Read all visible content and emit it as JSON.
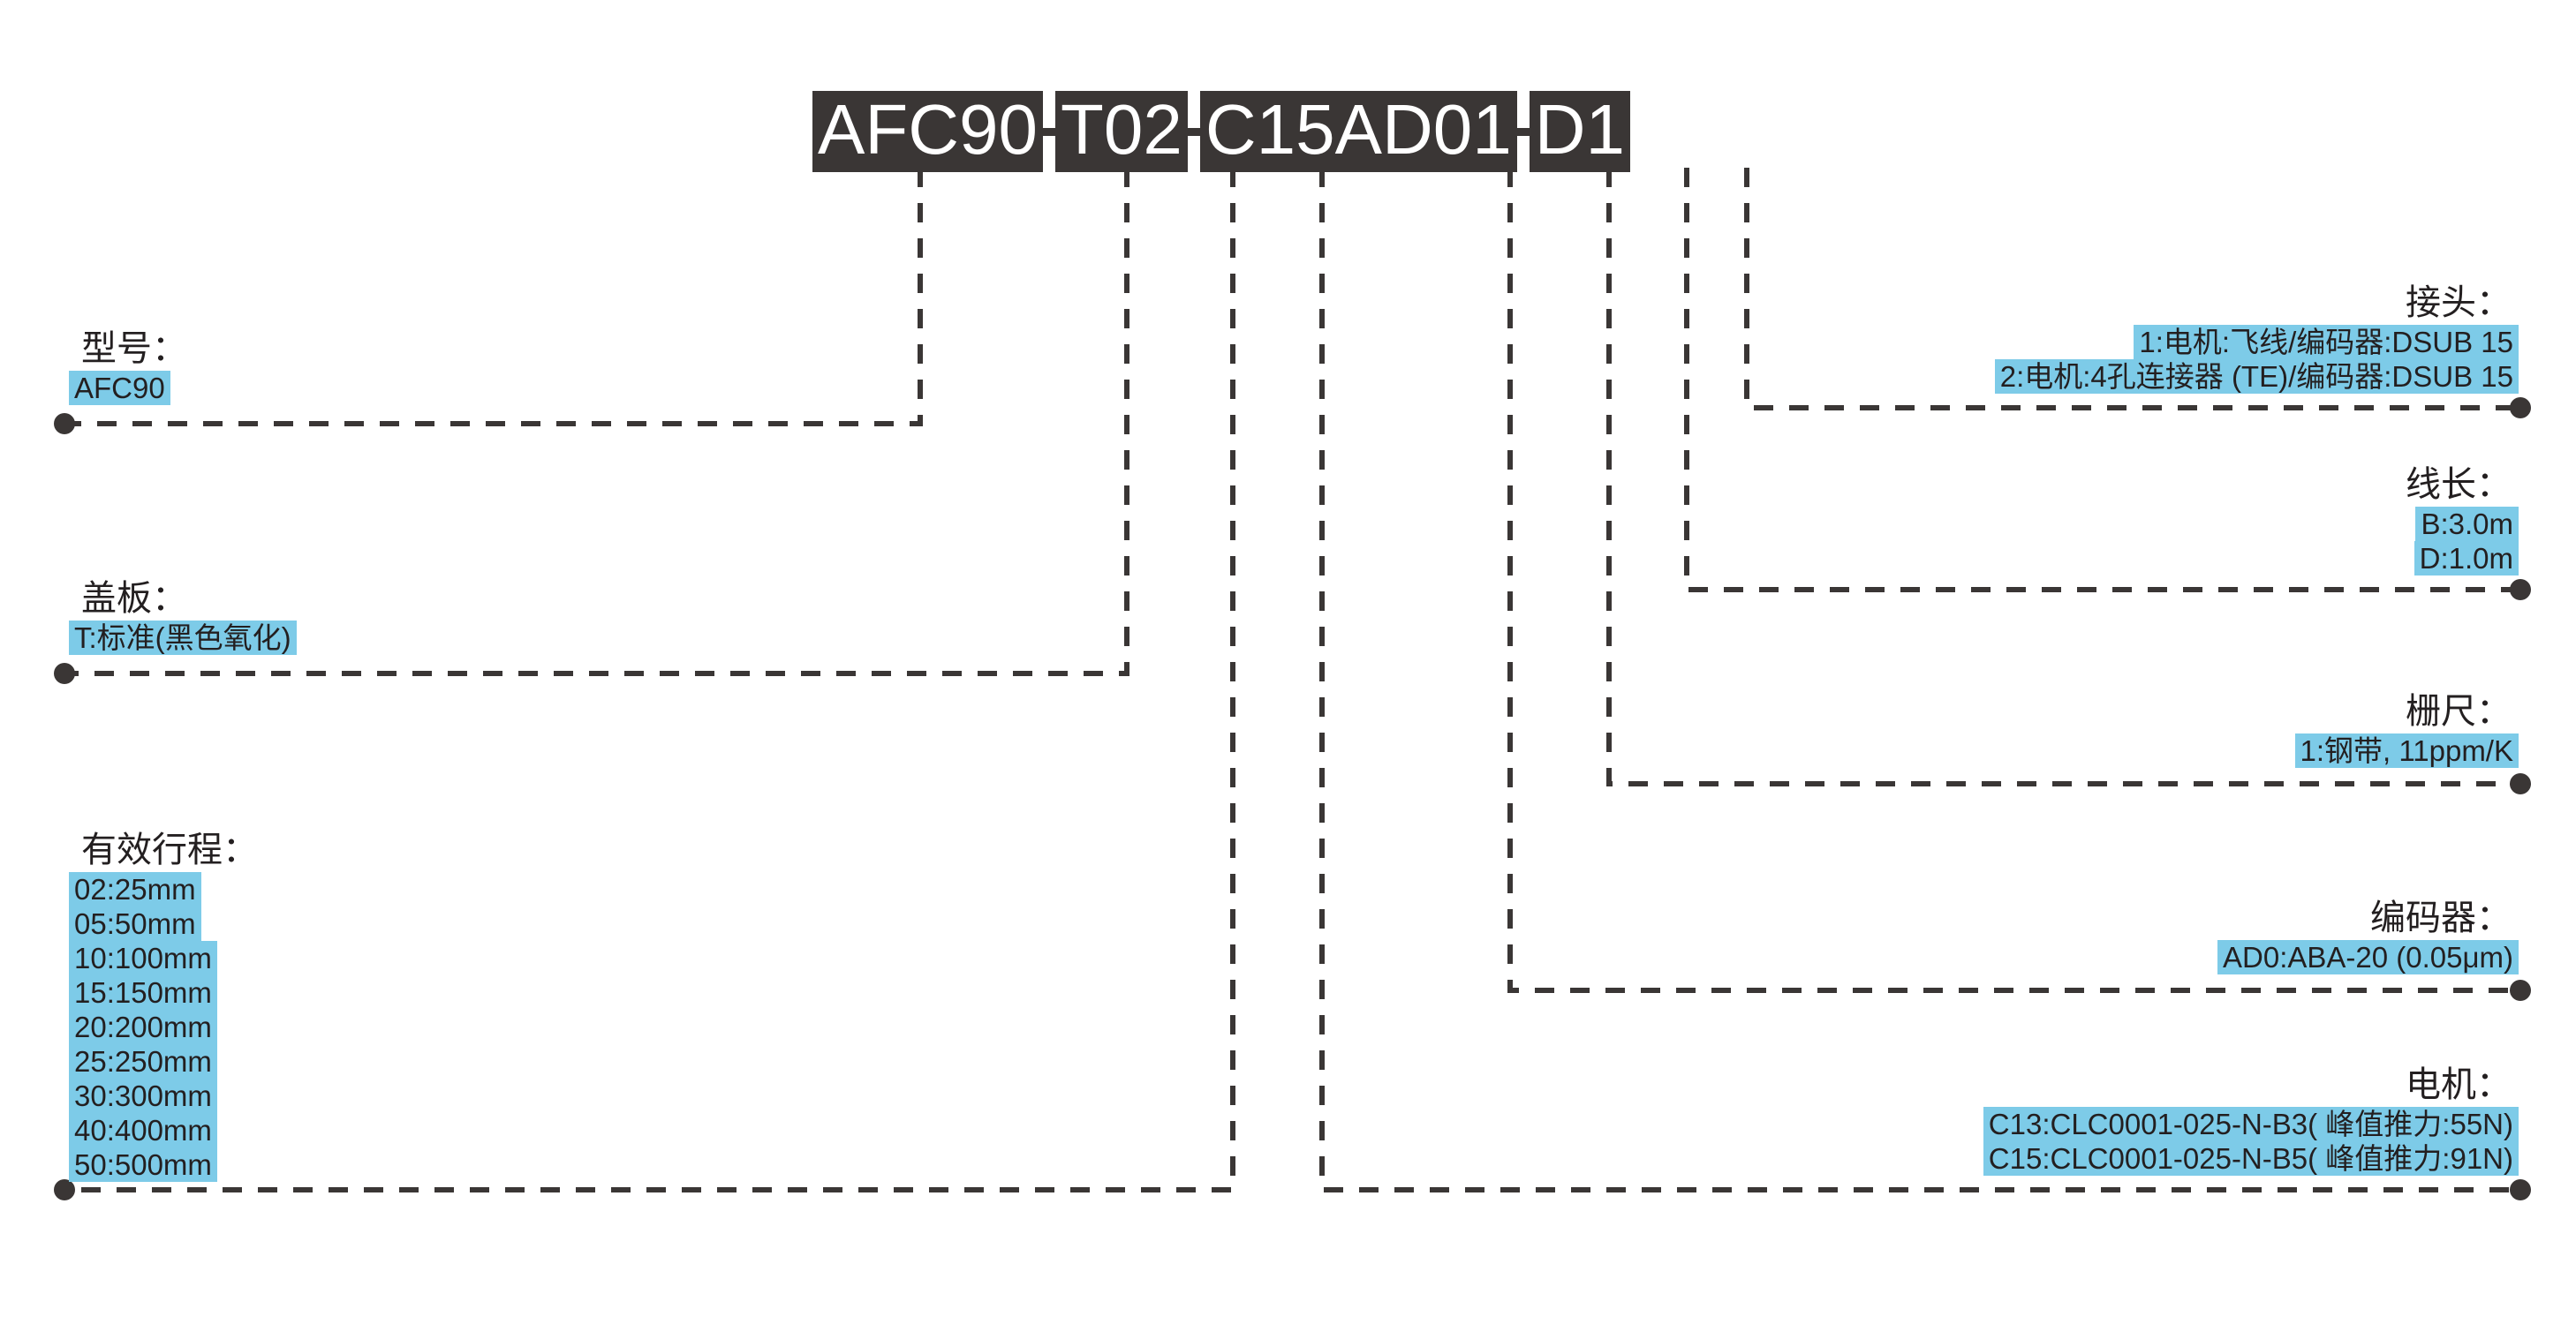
{
  "code": {
    "segments": [
      "AFC90",
      "T02",
      "C15AD01",
      "D1"
    ],
    "full": "AFC90-T02-C15AD01-D1",
    "separator": "-",
    "box_color": "#3a3635",
    "text_color": "#ffffff"
  },
  "highlight_color": "#7dcbe8",
  "line_color": "#3a3635",
  "groups": {
    "model": {
      "title": "型号：",
      "options": [
        "AFC90"
      ]
    },
    "cover_plate": {
      "title": "盖板：",
      "options": [
        "T:标准(黑色氧化)"
      ]
    },
    "effective_stroke": {
      "title": "有效行程：",
      "options": [
        "02:25mm",
        "05:50mm",
        "10:100mm",
        "15:150mm",
        "20:200mm",
        "25:250mm",
        "30:300mm",
        "40:400mm",
        "50:500mm"
      ]
    },
    "connector": {
      "title": "接头：",
      "options": [
        "1:电机:飞线/编码器:DSUB 15",
        "2:电机:4孔连接器 (TE)/编码器:DSUB 15"
      ]
    },
    "cable_length": {
      "title": "线长：",
      "options": [
        "B:3.0m",
        "D:1.0m"
      ]
    },
    "scale": {
      "title": "栅尺：",
      "options": [
        "1:钢带, 11ppm/K"
      ]
    },
    "encoder": {
      "title": "编码器：",
      "options": [
        "AD0:ABA-20 (0.05μm)"
      ]
    },
    "motor": {
      "title": "电机：",
      "options": [
        "C13:CLC0001-025-N-B3( 峰值推力:55N)",
        "C15:CLC0001-025-N-B5( 峰值推力:91N)"
      ]
    }
  }
}
